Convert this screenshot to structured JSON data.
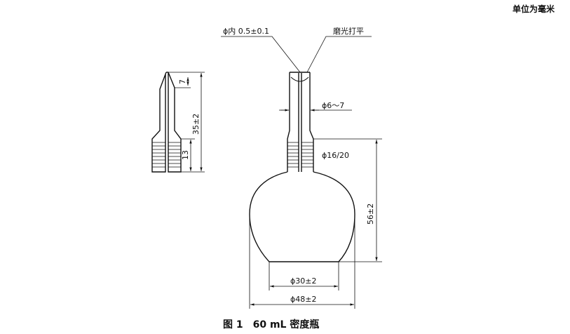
{
  "units_note": "单位为毫米",
  "caption": "图 1　60 mL 密度瓶",
  "labels": {
    "inner_diameter": "ϕ内 0.5±0.1",
    "polished": "磨光打平",
    "neck_diameter": "ϕ6～7",
    "joint": "ϕ16/20",
    "height_56": "56±2",
    "base_30": "ϕ30±2",
    "width_48": "ϕ48±2",
    "stopper_7": "7",
    "stopper_35": "35±2",
    "stopper_13": "13"
  }
}
